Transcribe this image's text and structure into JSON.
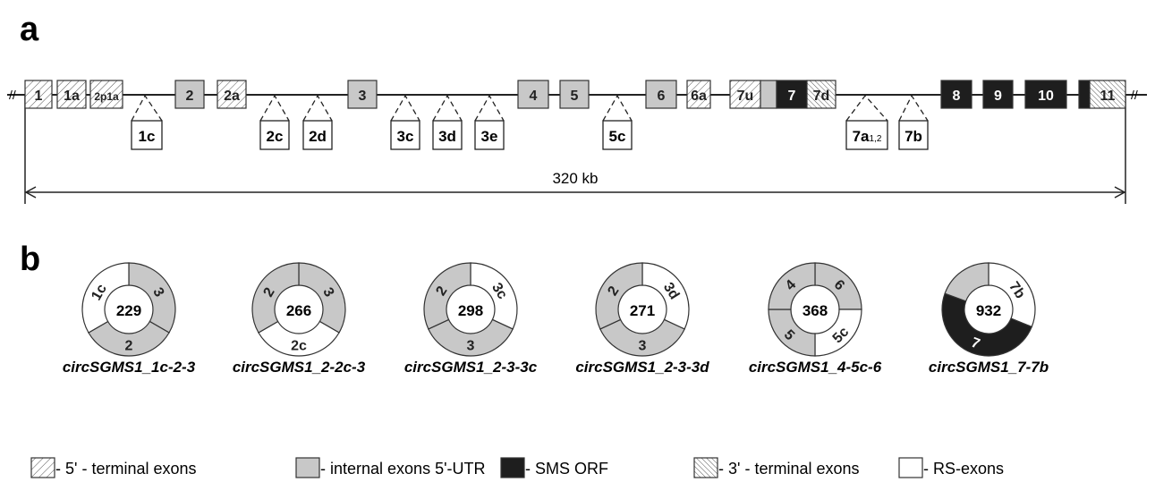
{
  "panel_a_label": "a",
  "panel_b_label": "b",
  "colors": {
    "internal": "#c8c8c8",
    "orf": "#1e1e1e",
    "rs": "#ffffff",
    "line": "#222222"
  },
  "scale_label": "320 kb",
  "exons": [
    {
      "label": "1",
      "type": "5t"
    },
    {
      "label": "1a",
      "type": "5t"
    },
    {
      "label": "2p1a",
      "type": "5t"
    },
    {
      "label": "2",
      "type": "internal"
    },
    {
      "label": "2a",
      "type": "5t"
    },
    {
      "label": "3",
      "type": "internal"
    },
    {
      "label": "4",
      "type": "internal"
    },
    {
      "label": "5",
      "type": "internal"
    },
    {
      "label": "6",
      "type": "internal"
    },
    {
      "label": "6a",
      "type": "5t"
    },
    {
      "label": "7u",
      "type": "5t"
    },
    {
      "label": "",
      "type": "internal"
    },
    {
      "label": "7",
      "type": "orf"
    },
    {
      "label": "7d",
      "type": "3t"
    },
    {
      "label": "8",
      "type": "orf"
    },
    {
      "label": "9",
      "type": "orf"
    },
    {
      "label": "10",
      "type": "orf"
    },
    {
      "label": "",
      "type": "orf"
    },
    {
      "label": "11",
      "type": "3t"
    }
  ],
  "rs_exons": [
    {
      "label": "1c"
    },
    {
      "label": "2c"
    },
    {
      "label": "2d"
    },
    {
      "label": "3c"
    },
    {
      "label": "3d"
    },
    {
      "label": "3e"
    },
    {
      "label": "5c"
    },
    {
      "label": "7a",
      "sub": "1,2"
    },
    {
      "label": "7b"
    }
  ],
  "circles": [
    {
      "name": "circSGMS1_1c-2-3",
      "length": "229",
      "segments": [
        {
          "label": "3",
          "type": "internal",
          "span": [
            0,
            120
          ]
        },
        {
          "label": "2",
          "type": "internal",
          "span": [
            120,
            240
          ]
        },
        {
          "label": "1c",
          "type": "rs",
          "span": [
            240,
            360
          ]
        }
      ]
    },
    {
      "name": "circSGMS1_2-2c-3",
      "length": "266",
      "segments": [
        {
          "label": "3",
          "type": "internal",
          "span": [
            0,
            120
          ]
        },
        {
          "label": "2c",
          "type": "rs",
          "span": [
            120,
            240
          ]
        },
        {
          "label": "2",
          "type": "internal",
          "span": [
            240,
            360
          ]
        }
      ]
    },
    {
      "name": "circSGMS1_2-3-3c",
      "length": "298",
      "segments": [
        {
          "label": "3c",
          "type": "rs",
          "span": [
            0,
            115
          ]
        },
        {
          "label": "3",
          "type": "internal",
          "span": [
            115,
            245
          ]
        },
        {
          "label": "2",
          "type": "internal",
          "span": [
            245,
            360
          ]
        }
      ]
    },
    {
      "name": "circSGMS1_2-3-3d",
      "length": "271",
      "segments": [
        {
          "label": "3d",
          "type": "rs",
          "span": [
            0,
            115
          ]
        },
        {
          "label": "3",
          "type": "internal",
          "span": [
            115,
            245
          ]
        },
        {
          "label": "2",
          "type": "internal",
          "span": [
            245,
            360
          ]
        }
      ]
    },
    {
      "name": "circSGMS1_4-5c-6",
      "length": "368",
      "segments": [
        {
          "label": "6",
          "type": "internal",
          "span": [
            0,
            90
          ]
        },
        {
          "label": "5c",
          "type": "rs",
          "span": [
            90,
            180
          ]
        },
        {
          "label": "5",
          "type": "internal",
          "span": [
            180,
            270
          ]
        },
        {
          "label": "4",
          "type": "internal",
          "span": [
            270,
            360
          ]
        }
      ]
    },
    {
      "name": "circSGMS1_7-7b",
      "length": "932",
      "segments": [
        {
          "label": "7b",
          "type": "rs",
          "span": [
            0,
            112
          ]
        },
        {
          "label": "7",
          "type": "orf",
          "span": [
            112,
            290
          ]
        },
        {
          "label": "",
          "type": "internal",
          "span": [
            290,
            360
          ]
        }
      ]
    }
  ],
  "legend": [
    {
      "type": "5t",
      "label": "- 5' - terminal exons"
    },
    {
      "type": "internal",
      "label": "- internal exons 5'-UTR"
    },
    {
      "type": "orf",
      "label": "- SMS ORF"
    },
    {
      "type": "3t",
      "label": "- 3' - terminal exons"
    },
    {
      "type": "rs",
      "label": "- RS-exons"
    }
  ]
}
